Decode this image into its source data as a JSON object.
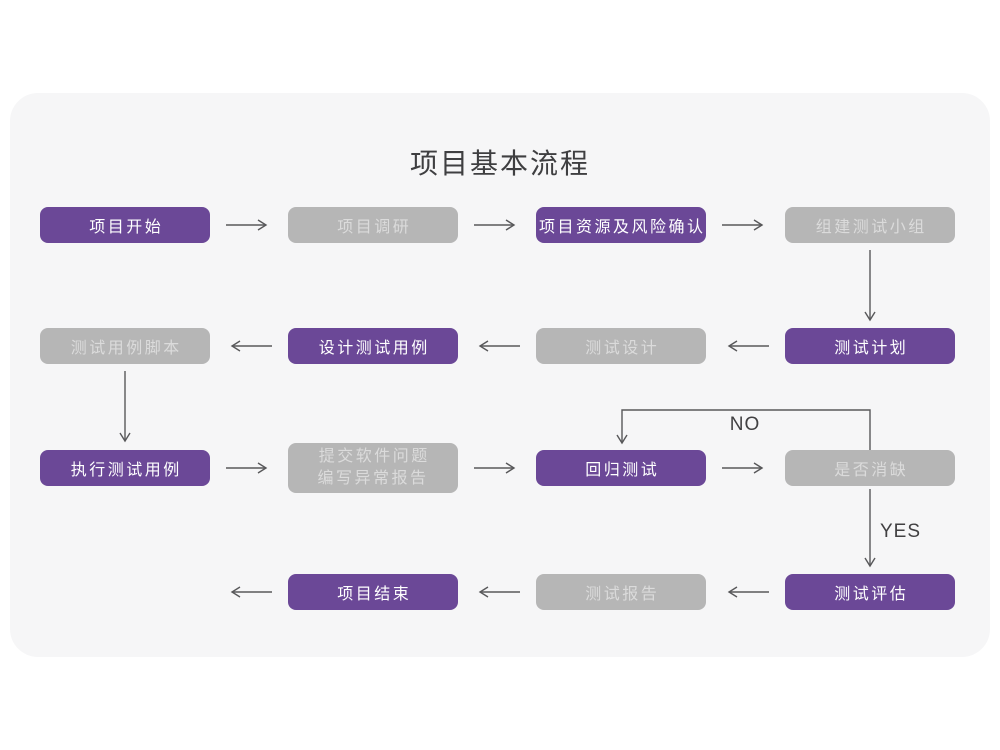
{
  "title": "项目基本流程",
  "colors": {
    "card_bg": "#F6F6F7",
    "node_purple": "#6B4897",
    "node_gray": "#B6B6B6",
    "purple_text": "#FFFFFF",
    "gray_text": "#DBDBDB",
    "arrow": "#58585A",
    "title_text": "#3F3F41"
  },
  "edge_labels": {
    "no": "NO",
    "yes": "YES"
  },
  "nodes": {
    "start": {
      "label": "项目开始",
      "variant": "purple"
    },
    "research": {
      "label": "项目调研",
      "variant": "gray"
    },
    "risk": {
      "label": "项目资源及风险确认",
      "variant": "purple"
    },
    "team": {
      "label": "组建测试小组",
      "variant": "gray"
    },
    "case_script": {
      "label": "测试用例脚本",
      "variant": "gray"
    },
    "design_case": {
      "label": "设计测试用例",
      "variant": "purple"
    },
    "test_design": {
      "label": "测试设计",
      "variant": "gray"
    },
    "plan": {
      "label": "测试计划",
      "variant": "purple"
    },
    "execute": {
      "label": "执行测试用例",
      "variant": "purple"
    },
    "issue_report": {
      "label": "提交软件问题\n编写异常报告",
      "variant": "gray"
    },
    "regression": {
      "label": "回归测试",
      "variant": "purple"
    },
    "defect_cleared": {
      "label": "是否消缺",
      "variant": "gray"
    },
    "finish": {
      "label": "项目结束",
      "variant": "purple"
    },
    "test_report": {
      "label": "测试报告",
      "variant": "gray"
    },
    "evaluation": {
      "label": "测试评估",
      "variant": "purple"
    }
  }
}
